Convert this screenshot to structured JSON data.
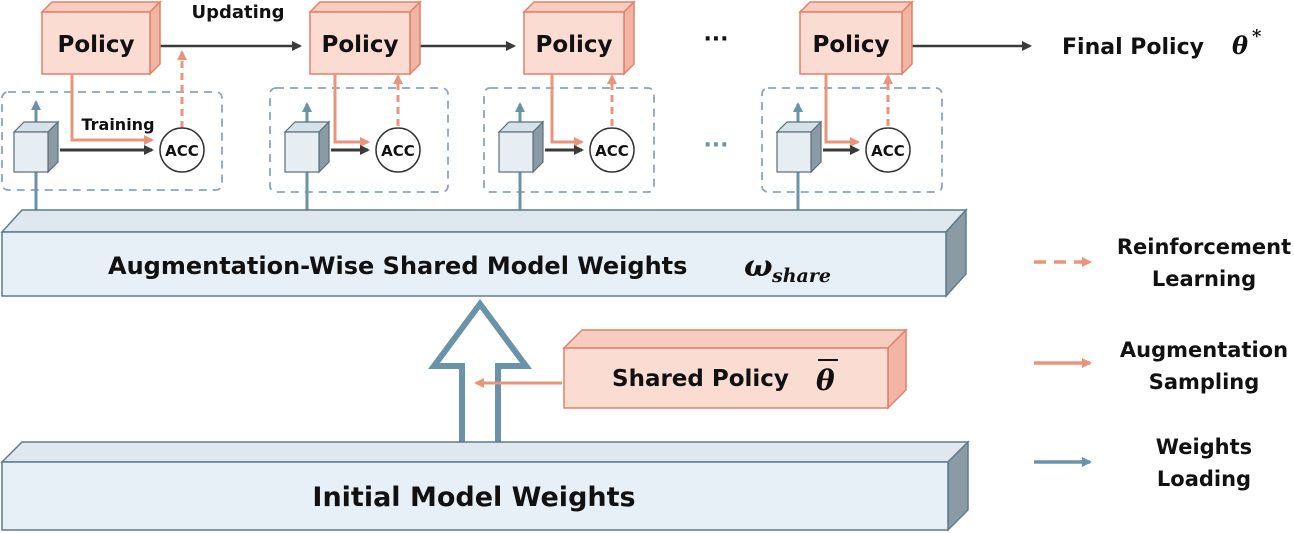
{
  "colors": {
    "policy_fill": "#fbdcd3",
    "policy_side": "#f3b5a3",
    "policy_stroke": "#e0826a",
    "orange": "#e8957b",
    "blue": "#6a93a9",
    "slab_fill": "#e7f0f7",
    "slab_top": "#dfe8ef",
    "slab_side": "#8a9ba6",
    "cube_fill": "#e7eef3",
    "dark": "#3a3a3a"
  },
  "policy_label": "Policy",
  "acc_label": "ACC",
  "updating_label": "Updating",
  "training_label": "Training",
  "ellipsis": "···",
  "final_policy": {
    "label": "Final  Policy",
    "symbol": "θ",
    "sup": "*"
  },
  "shared_weights": {
    "label": "Augmentation-Wise  Shared  Model  Weights",
    "symbol": "ω",
    "sub": "share"
  },
  "shared_policy": {
    "label": "Shared  Policy",
    "symbol": "θ"
  },
  "initial_weights": {
    "label": "Initial  Model  Weights"
  },
  "legend": [
    {
      "line1": "Reinforcement",
      "line2": "Learning",
      "style": "dashed",
      "color": "orange"
    },
    {
      "line1": "Augmentation",
      "line2": "Sampling",
      "style": "solid",
      "color": "orange"
    },
    {
      "line1": "Weights",
      "line2": "Loading",
      "style": "solid",
      "color": "blue"
    }
  ]
}
